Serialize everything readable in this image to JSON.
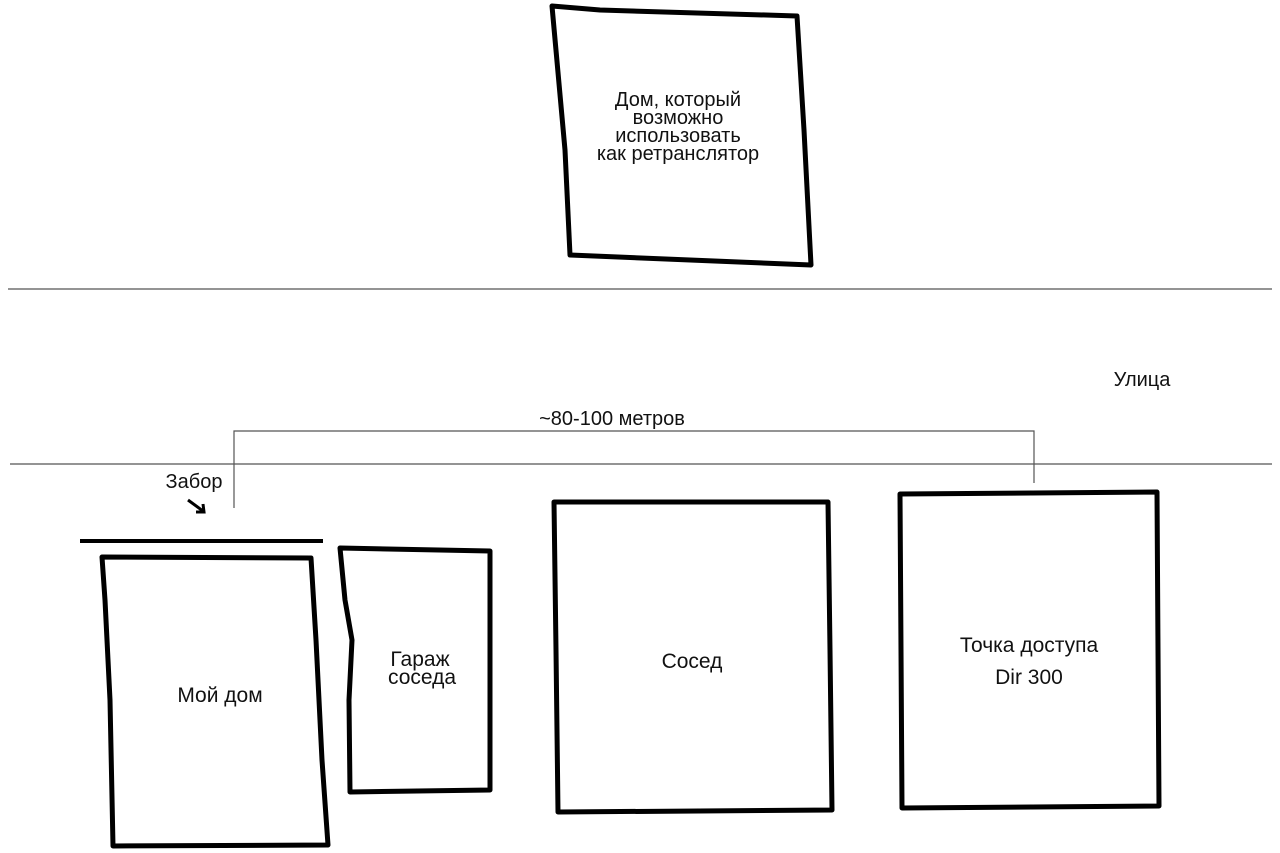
{
  "relay_house": {
    "lines": [
      "Дом, который",
      "возможно",
      "использовать",
      "как ретранслятор"
    ]
  },
  "street_label": "Улица",
  "distance_label": "~80-100 метров",
  "fence_label": "Забор",
  "my_house_label": "Мой дом",
  "garage": {
    "lines": [
      "Гараж",
      "соседа"
    ]
  },
  "neighbor_label": "Сосед",
  "access_point": {
    "lines": [
      "Точка доступа",
      "Dir 300"
    ]
  }
}
